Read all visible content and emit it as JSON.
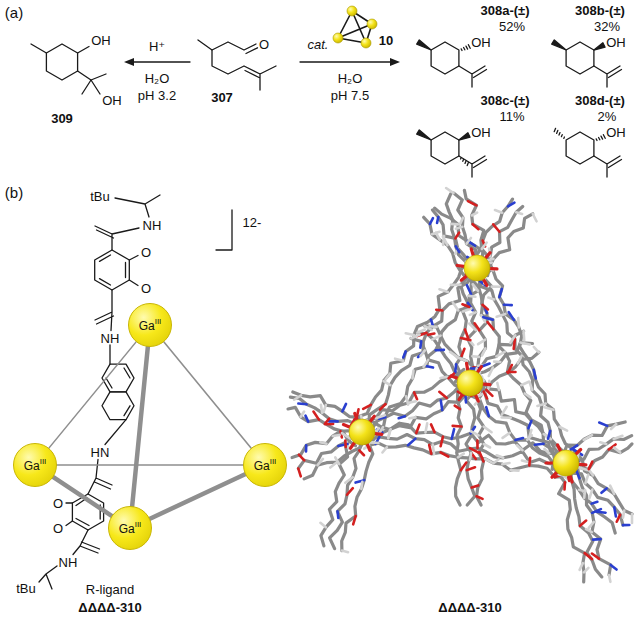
{
  "diagram": {
    "nodes": [
      {
        "text": [
          "Ga",
          "III"
        ]
      },
      {
        "text": [
          "Ga",
          "III"
        ]
      },
      {
        "text": [
          "Ga",
          "III"
        ]
      },
      {
        "text": [
          "Ga",
          "III"
        ]
      }
    ],
    "edges": [
      {
        "from": 0,
        "to": 1,
        "arrow": "none"
      },
      {
        "from": 0,
        "to": 2,
        "arrow": "none"
      },
      {
        "from": 0,
        "to": 3,
        "arrow": "none"
      },
      {
        "from": 1,
        "to": 2,
        "arrow": "none"
      },
      {
        "from": 1,
        "to": 3,
        "arrow": "none"
      },
      {
        "from": 2,
        "to": 3,
        "arrow": "none"
      }
    ],
    "labels": [
      "(a)",
      "H⁺",
      "H₂O",
      "pH 3.2",
      "O",
      "307",
      "cat.",
      "10",
      "H₂O",
      "pH 7.5",
      "308a-(±)",
      "52%",
      "OH",
      "308b-(±)",
      "32%",
      "OH",
      "308c-(±)",
      "11%",
      "OH",
      "308d-(±)",
      "2%",
      "OH",
      "OH",
      "OH",
      "309",
      "(b)",
      "tBu",
      "NH",
      "O",
      "O",
      "NH",
      "HN",
      "O",
      "O",
      "NH",
      "tBu",
      "12-",
      "R-ligand",
      "ΔΔΔΔ-310",
      "ΔΔΔΔ-310"
    ]
  }
}
